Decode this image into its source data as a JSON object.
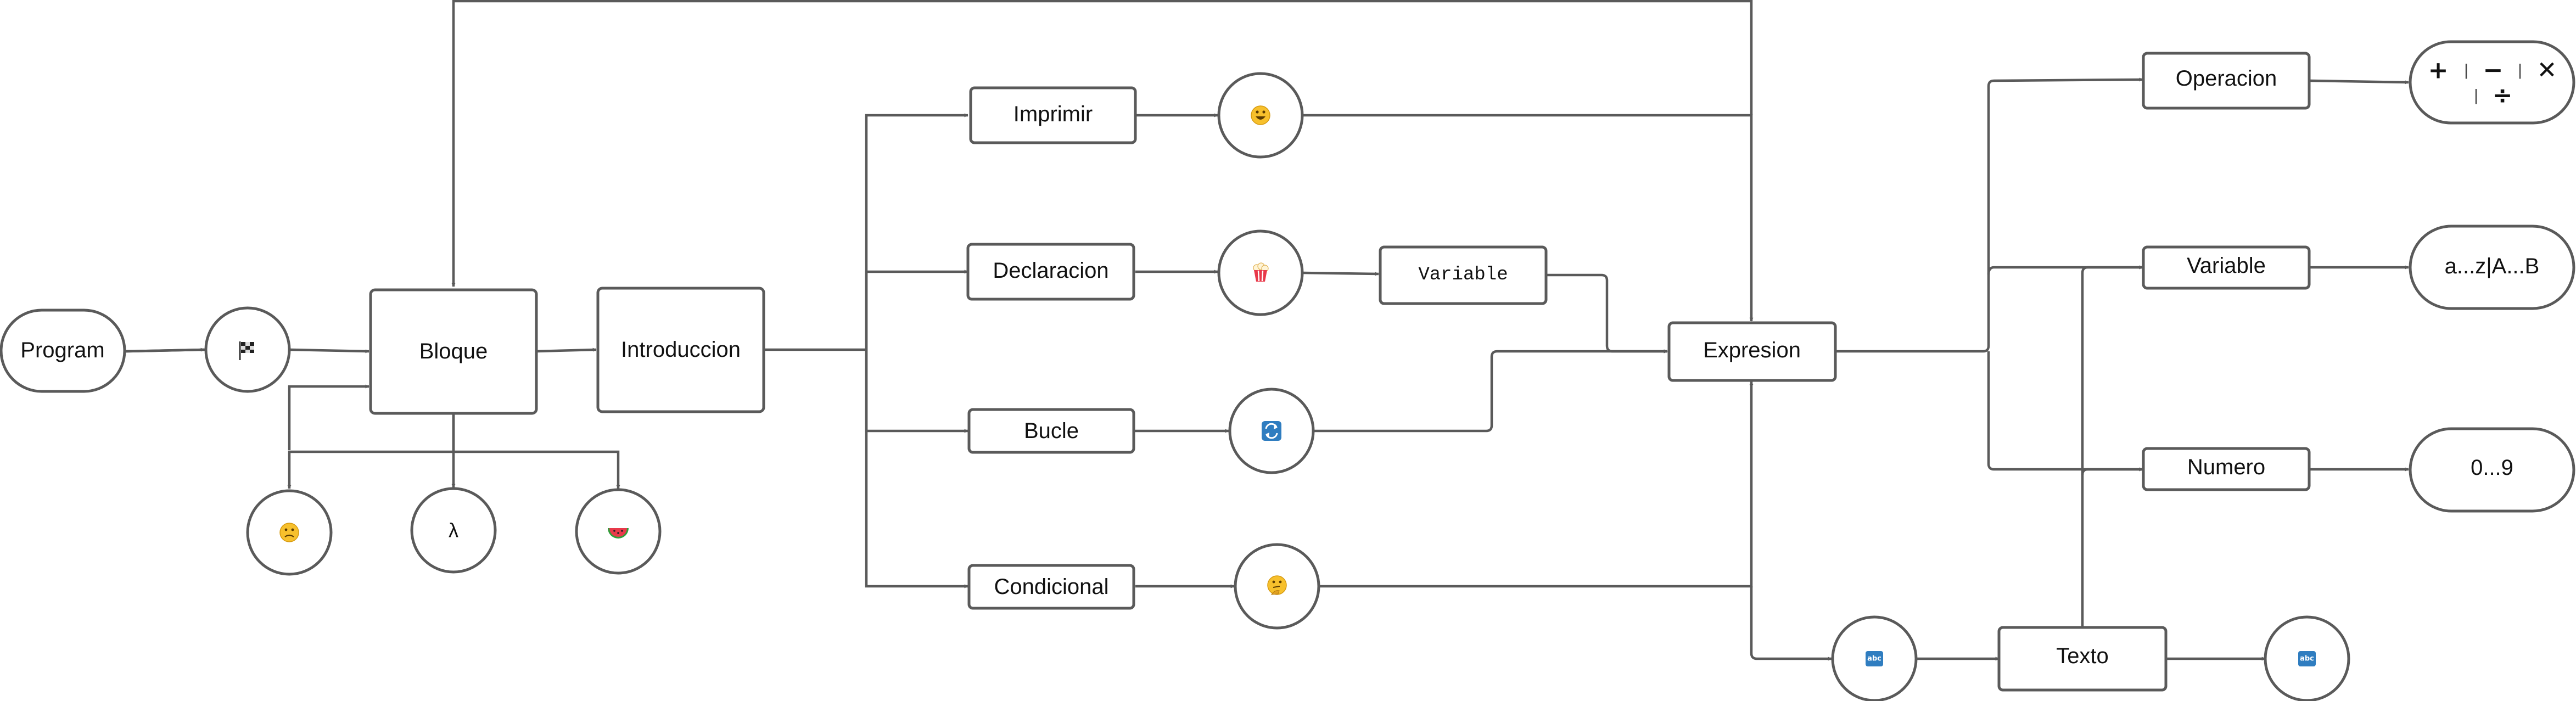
{
  "nodes": {
    "program": "Program",
    "bloque": "Bloque",
    "introduccion": "Introduccion",
    "imprimir": "Imprimir",
    "declaracion": "Declaracion",
    "variable_type": "Variable",
    "bucle": "Bucle",
    "condicional": "Condicional",
    "expresion": "Expresion",
    "operacion": "Operacion",
    "variable": "Variable",
    "numero": "Numero",
    "texto": "Texto",
    "letters": "a...z|A...B",
    "digits": "0...9",
    "lambda": "λ"
  },
  "operators": {
    "plus": "+",
    "minus": "−",
    "times": "✕",
    "divide": "÷",
    "separator": "|"
  },
  "icons": {
    "start": "checkered-flag-icon",
    "sad_face": "slightly-frowning-face-icon",
    "watermelon": "watermelon-icon",
    "grinning_face": "grinning-face-icon",
    "popcorn": "popcorn-icon",
    "loop": "repeat-arrows-icon",
    "thinking_face": "thinking-face-icon",
    "abc_in": "abc-icon",
    "abc_out": "abc-icon"
  },
  "colors": {
    "stroke": "#5a5a5a",
    "text": "#111111",
    "emoji_face": "#f7c02c",
    "abc_blue": "#2f7dc0"
  }
}
